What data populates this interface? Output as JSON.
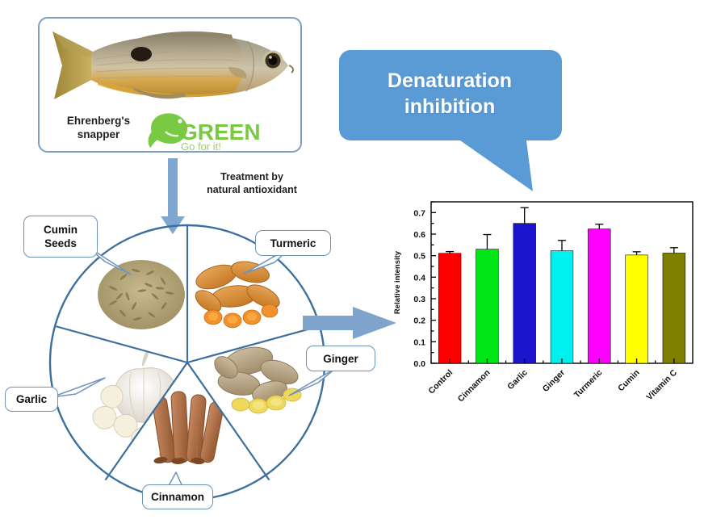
{
  "figure": {
    "specimen_panel": {
      "caption": "Ehrenberg's\nsnapper",
      "caption_line1": "Ehrenberg's",
      "caption_line2": "snapper",
      "logo_word": "GREEN",
      "logo_tagline": "Go for it!",
      "logo_color": "#7ac943",
      "fish_alt": "fish-photo",
      "border_color": "#7e9fc4"
    },
    "process_arrow": {
      "label_line1": "Treatment by",
      "label_line2": "natural antioxidant",
      "color": "#7fa6cf",
      "direction": "down"
    },
    "callout_bubble": {
      "line1": "Denaturation",
      "line2": "inhibition",
      "fill": "#5b9bd5",
      "text_color": "#ffffff",
      "tail_direction": "down-right"
    },
    "result_arrow": {
      "color": "#7ea3cc",
      "direction": "right"
    },
    "wheel": {
      "stroke": "#3d6f9e",
      "segments": [
        {
          "label": "Cumin Seeds",
          "label_line1": "Cumin",
          "label_line2": "Seeds",
          "image": "cumin-seeds-photo"
        },
        {
          "label": "Turmeric",
          "image": "turmeric-roots-photo"
        },
        {
          "label": "Ginger",
          "image": "ginger-root-photo"
        },
        {
          "label": "Cinnamon",
          "image": "cinnamon-sticks-photo"
        },
        {
          "label": "Garlic",
          "image": "garlic-bulb-photo"
        }
      ]
    }
  },
  "chart_data": {
    "type": "bar",
    "title": "",
    "xlabel": "",
    "ylabel": "Relative intensity",
    "ylim": [
      0.0,
      0.75
    ],
    "yticks": [
      "0.0",
      "0.1",
      "0.2",
      "0.3",
      "0.4",
      "0.5",
      "0.6",
      "0.7"
    ],
    "ytick_values": [
      0.0,
      0.1,
      0.2,
      0.3,
      0.4,
      0.5,
      0.6,
      0.7
    ],
    "grid": false,
    "legend": "none",
    "categories": [
      "Control",
      "Cinnamon",
      "Garlic",
      "Ginger",
      "Turmeric",
      "Cumin",
      "Vitamin C"
    ],
    "values": [
      0.511,
      0.53,
      0.65,
      0.523,
      0.624,
      0.503,
      0.512
    ],
    "errors": [
      0.008,
      0.068,
      0.073,
      0.048,
      0.022,
      0.015,
      0.025
    ],
    "colors": [
      "#ff0000",
      "#00e617",
      "#1a15cc",
      "#00f0f0",
      "#ff00ff",
      "#ffff00",
      "#808000"
    ],
    "error_bar_style": "upper-cap-only"
  }
}
